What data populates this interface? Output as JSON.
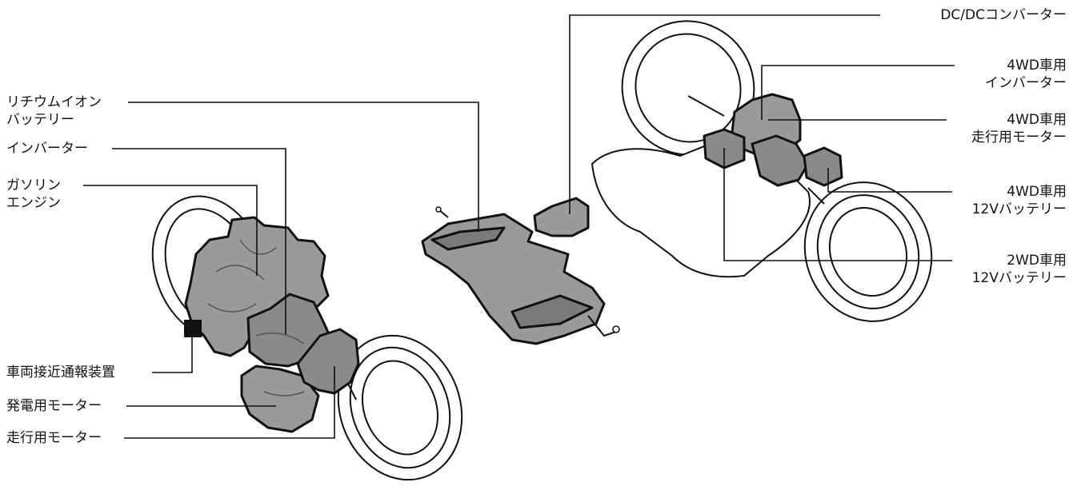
{
  "labels_left": {
    "lithium_battery": [
      "リチウムイオン",
      "バッテリー"
    ],
    "inverter": "インバーター",
    "gasoline_engine": [
      "ガソリン",
      "エンジン"
    ],
    "approach_alert": "車両接近通報装置",
    "generator_motor": "発電用モーター",
    "drive_motor": "走行用モーター"
  },
  "labels_right": {
    "dcdc_converter": "DC/DCコンバーター",
    "inverter_4wd": [
      "4WD車用",
      "インバーター"
    ],
    "drive_motor_4wd": [
      "4WD車用",
      "走行用モーター"
    ],
    "battery12v_4wd": [
      "4WD車用",
      "12Vバッテリー"
    ],
    "battery12v_2wd": [
      "2WD車用",
      "12Vバッテリー"
    ]
  },
  "colors": {
    "line": "#111111",
    "component_fill": "#9a9a9a",
    "component_dark": "#6e6e6e",
    "chassis_fill": "#ffffff",
    "marker": "#111111"
  }
}
